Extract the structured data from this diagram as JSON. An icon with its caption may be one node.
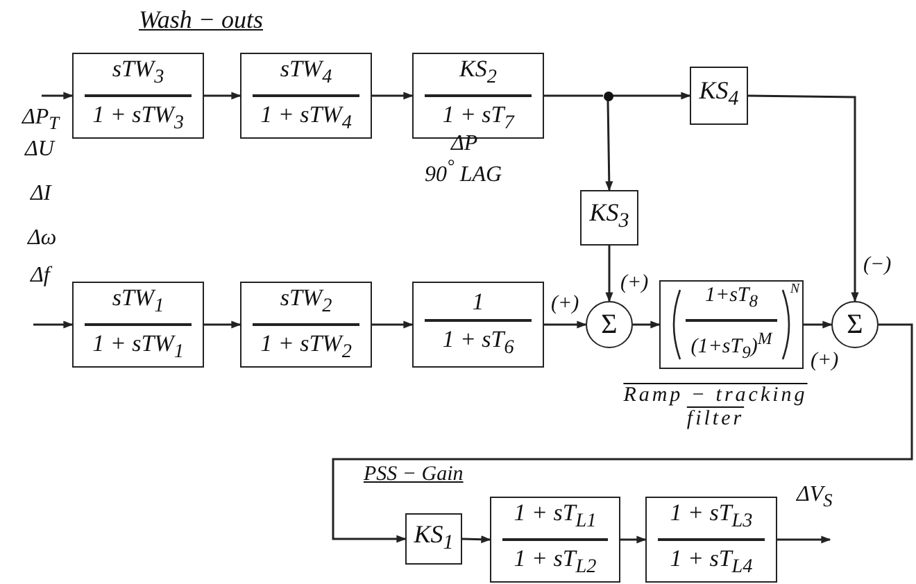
{
  "diagram": {
    "nodes": [
      {
        "text": [
          "sTW$_{3}$",
          "1 + sTW$_{3}$"
        ]
      },
      {
        "text": [
          "sTW$_{4}$",
          "1 + sTW$_{4}$"
        ]
      },
      {
        "text": [
          "KS$_{2}$",
          "1 + sT$_{7}$"
        ],
        "beside": [
          "ΔP",
          "90$^{°}$ LAG"
        ]
      },
      {
        "text": [],
        "shape": "circle"
      },
      {
        "text": [
          "KS$_{4}$"
        ]
      },
      {
        "text": [
          "KS$_{3}$"
        ]
      },
      {
        "text": [
          "sTW$_{1}$",
          "1 + sTW$_{1}$"
        ]
      },
      {
        "text": [
          "sTW$_{2}$",
          "1 + sTW$_{2}$"
        ]
      },
      {
        "text": [
          "1",
          "1 + sT$_{6}$"
        ]
      },
      {
        "text": [
          "Σ"
        ]
      },
      {
        "text": [
          "1+sT$_{8}$",
          "(1+sT$_{9}$)$^{M}$",
          "N"
        ]
      },
      {
        "text": [
          "Σ"
        ]
      },
      {
        "text": [
          "KS$_{1}$"
        ]
      },
      {
        "text": [
          "1 + sT$_{L1}$",
          "1 + sT$_{L2}$"
        ]
      },
      {
        "text": [
          "1 + sT$_{L3}$",
          "1 + sT$_{L4}$"
        ]
      }
    ],
    "edges": [
      {
        "from": null,
        "to": 0,
        "arrow": "to"
      },
      {
        "from": 0,
        "to": 1,
        "arrow": "to"
      },
      {
        "from": 1,
        "to": 2,
        "arrow": "to"
      },
      {
        "from": 2,
        "to": 3,
        "arrow": "none"
      },
      {
        "from": 3,
        "to": 4,
        "arrow": "to"
      },
      {
        "from": 3,
        "to": 5,
        "arrow": "to"
      },
      {
        "from": 4,
        "to": 11,
        "arrow": "to"
      },
      {
        "from": 5,
        "to": 9,
        "arrow": "to"
      },
      {
        "from": null,
        "to": 6,
        "arrow": "to"
      },
      {
        "from": 6,
        "to": 7,
        "arrow": "to"
      },
      {
        "from": 7,
        "to": 8,
        "arrow": "to"
      },
      {
        "from": 8,
        "to": 9,
        "arrow": "to"
      },
      {
        "from": 9,
        "to": 10,
        "arrow": "to"
      },
      {
        "from": 10,
        "to": 11,
        "arrow": "to"
      },
      {
        "from": 11,
        "to": 12,
        "arrow": "to"
      },
      {
        "from": 12,
        "to": 13,
        "arrow": "to"
      },
      {
        "from": 13,
        "to": 14,
        "arrow": "to"
      },
      {
        "from": 14,
        "to": null,
        "arrow": "to"
      }
    ],
    "labels": [
      "Wash − outs",
      "ΔP$_{T}$",
      "ΔU",
      "ΔI",
      "Δω",
      "Δf",
      "(+)",
      "(+)",
      "(−)",
      "(+)",
      "Ramp − tracking filter",
      "PSS − Gain",
      "ΔV$_{S}$"
    ]
  }
}
